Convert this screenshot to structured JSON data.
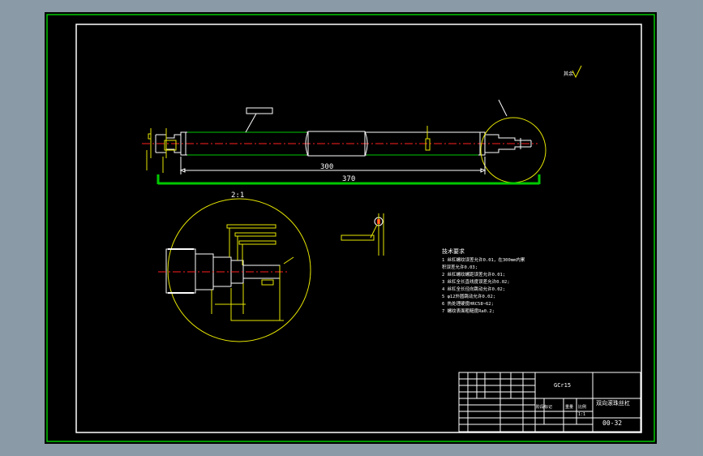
{
  "colors": {
    "window_bg": "#8a9aa6",
    "model_space": "#000000",
    "frame": "#00c800",
    "outline": "#ffffff",
    "dimension": "#e6e600",
    "center_line": "#ff2020"
  },
  "drawing": {
    "dim_length": "300",
    "dim_overall": "370",
    "detail_scale": "2:1",
    "roughness_label": "其余",
    "notes_title": "技术要求",
    "notes": [
      "1 丝杠螺纹误差允许0.01，在300mm内累",
      "  积误差允许0.03;",
      "2 丝杠螺纹螺距误差允许0.01;",
      "3 丝杠全长直线度误差允许0.02;",
      "4 丝杠全长径向跳动允许0.02;",
      "5 φ12外圆跳动允许0.02;",
      "6 热处理硬度HRC58~62;",
      "7 螺纹表面粗糙度Ra0.2;"
    ]
  },
  "title_block": {
    "material": "GCr15",
    "part_name": "双向滚珠丝杠",
    "drawing_no": "00-32",
    "stage_mark": "阶段标记",
    "weight": "重量",
    "scale": "比例",
    "scale_value": "1:1"
  }
}
